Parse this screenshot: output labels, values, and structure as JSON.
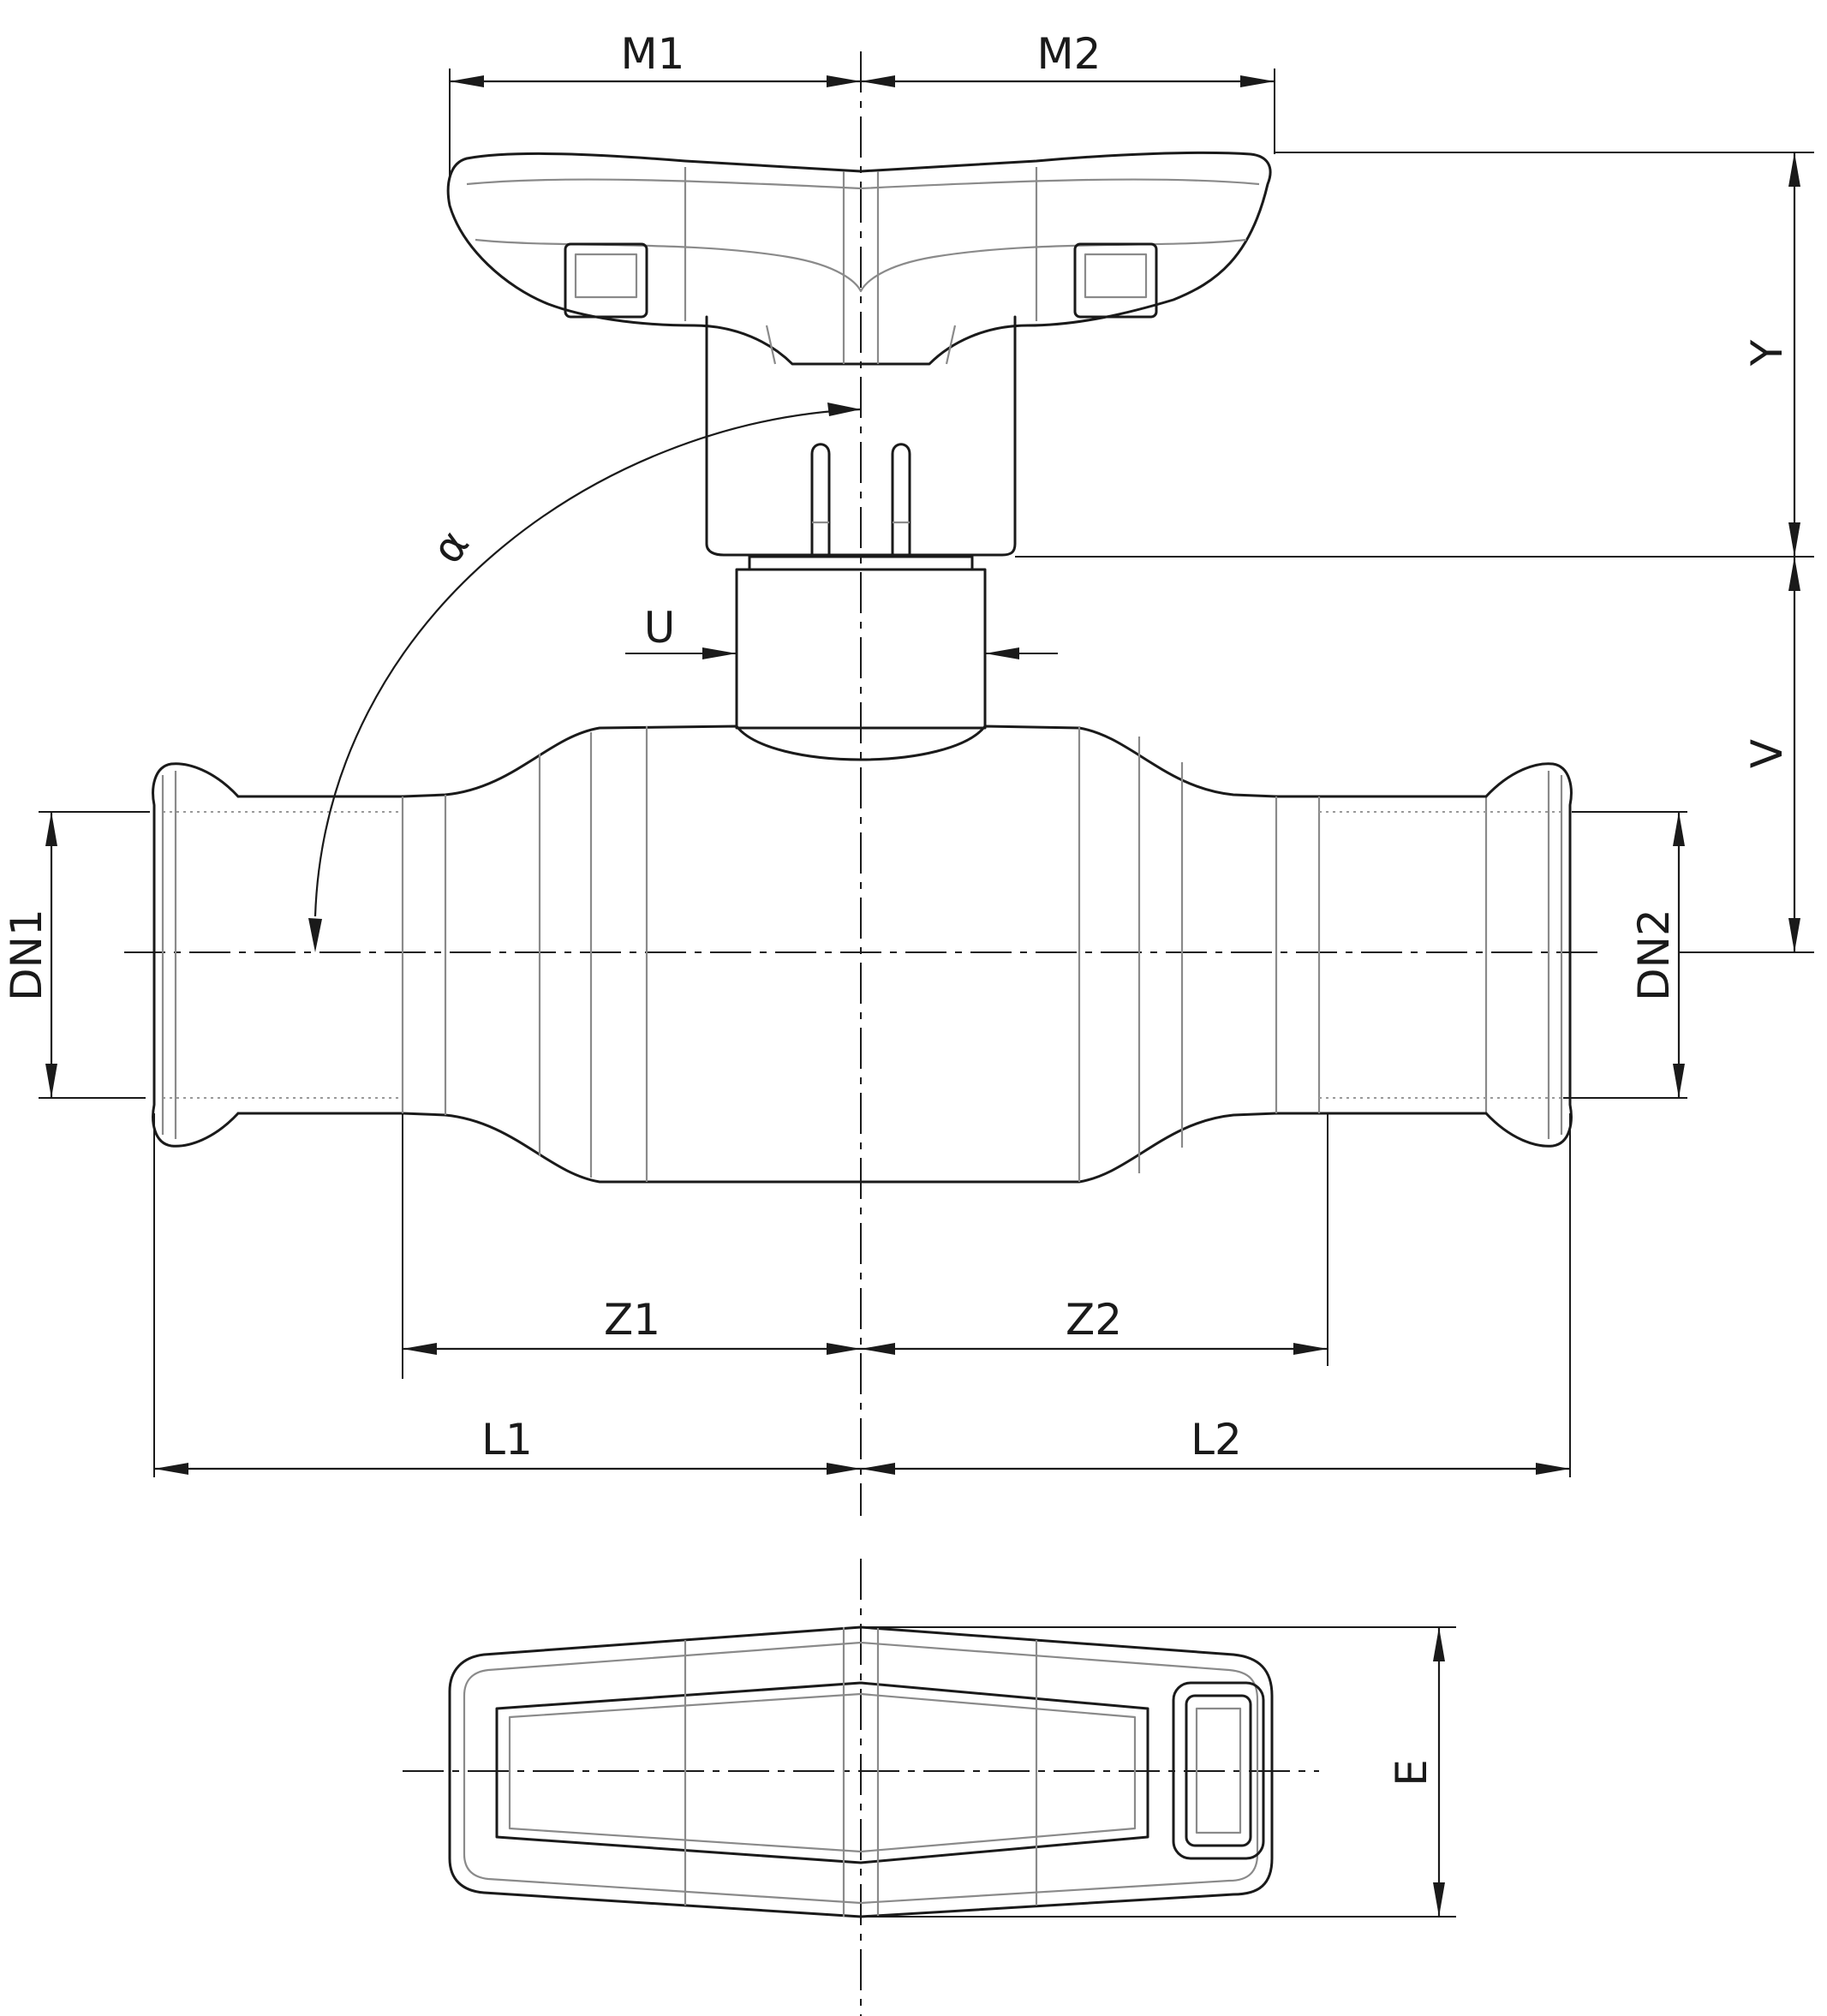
{
  "labels": {
    "m1": "M1",
    "m2": "M2",
    "y": "Y",
    "v": "V",
    "u": "U",
    "alpha": "α",
    "dn1": "DN1",
    "dn2": "DN2",
    "z1": "Z1",
    "z2": "Z2",
    "l1": "L1",
    "l2": "L2",
    "e": "E"
  }
}
